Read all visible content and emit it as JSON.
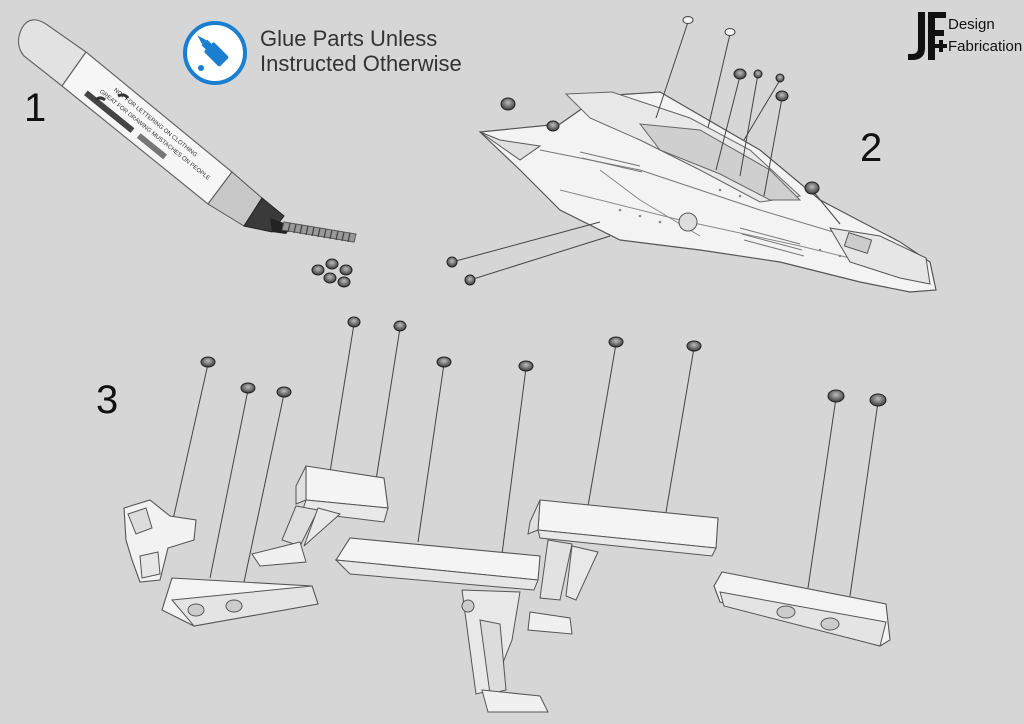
{
  "steps": [
    "1",
    "2",
    "3"
  ],
  "glue_note": {
    "line1": "Glue Parts Unless",
    "line2": "Instructed Otherwise",
    "icon": "glue-bottle-icon",
    "accent": "#1a7fd0"
  },
  "logo": {
    "mark": "JF+",
    "word1": "Design",
    "word2": "Fabrication"
  },
  "marker_print": {
    "line1": "NOT FOR LETTERING ON CLOTHING",
    "line2": "GREAT FOR DRAWING MUSTACHES ON PEOPLE"
  },
  "colors": {
    "background": "#d6d6d6",
    "part_fill": "#f4f4f4",
    "part_stroke": "#555555",
    "leader_line": "#444444",
    "magnet": "#4a4a4a"
  }
}
